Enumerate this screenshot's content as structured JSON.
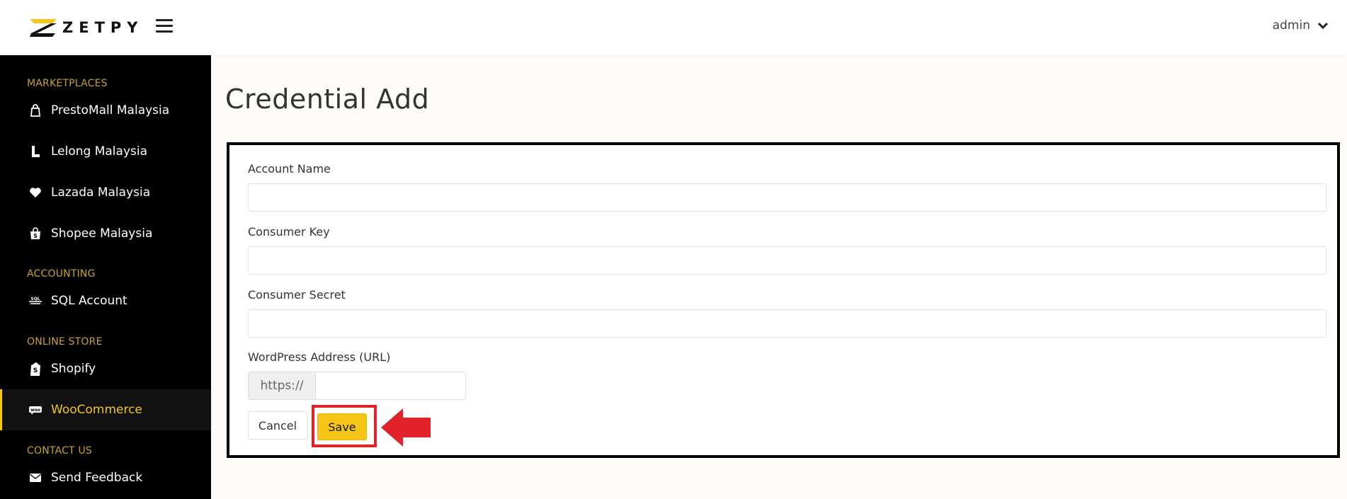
{
  "brand": {
    "name": "ZETPY"
  },
  "header": {
    "user": "admin"
  },
  "sidebar": {
    "sections": [
      {
        "label": "MARKETPLACES"
      },
      {
        "label": "ACCOUNTING"
      },
      {
        "label": "ONLINE STORE"
      },
      {
        "label": "CONTACT US"
      }
    ],
    "items": [
      {
        "label": "PrestoMall Malaysia",
        "icon": "shopping-bag-icon"
      },
      {
        "label": "Lelong Malaysia",
        "icon": "lelong-l-icon"
      },
      {
        "label": "Lazada Malaysia",
        "icon": "heart-icon"
      },
      {
        "label": "Shopee Malaysia",
        "icon": "shopee-bag-icon"
      },
      {
        "label": "SQL Account",
        "icon": "sql-icon"
      },
      {
        "label": "Shopify",
        "icon": "shopify-icon"
      },
      {
        "label": "WooCommerce",
        "icon": "woo-icon",
        "active": true
      },
      {
        "label": "Send Feedback",
        "icon": "envelope-icon"
      }
    ]
  },
  "main": {
    "title": "Credential Add",
    "fields": [
      {
        "label": "Account Name",
        "value": ""
      },
      {
        "label": "Consumer Key",
        "value": ""
      },
      {
        "label": "Consumer Secret",
        "value": ""
      },
      {
        "label": "WordPress Address (URL)",
        "prefix": "https://",
        "value": ""
      }
    ],
    "buttons": {
      "cancel": "Cancel",
      "save": "Save"
    }
  },
  "colors": {
    "accent": "#f5c518",
    "annotation": "#e3232b",
    "sidebar_bg": "#000000",
    "section_label": "#c9a227"
  }
}
